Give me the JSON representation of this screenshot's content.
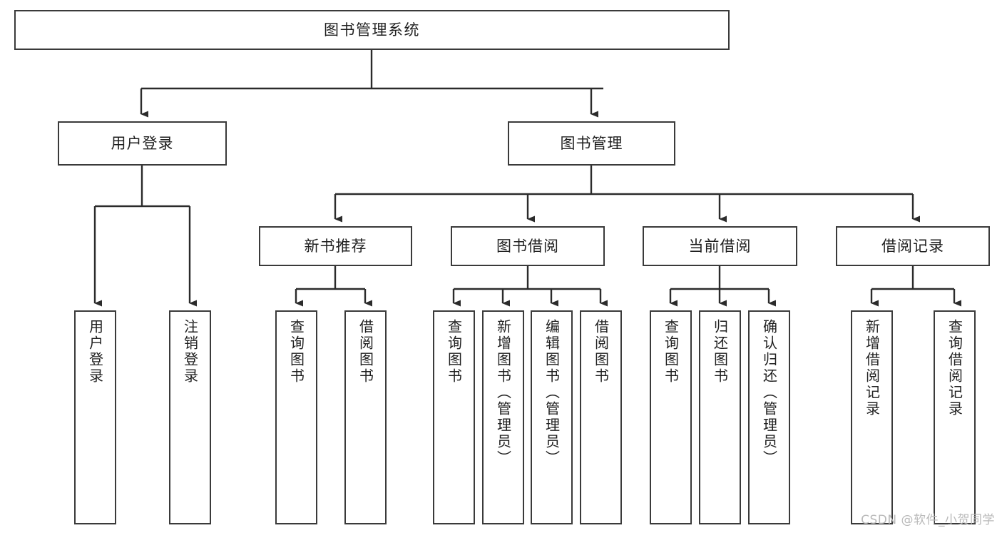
{
  "diagram": {
    "title": "图书管理系统",
    "type": "tree-hierarchy",
    "watermark": "CSDN @软件_小贺同学",
    "colors": {
      "background": "#ffffff",
      "box_border": "#3a3a3a",
      "box_fill": "#ffffff",
      "text": "#1f1f1f",
      "edge": "#2b2b2b",
      "watermark": "#b9b9b9"
    },
    "root": {
      "label": "图书管理系统"
    },
    "level1": [
      {
        "id": "user-login",
        "label": "用户登录"
      },
      {
        "id": "book-manage",
        "label": "图书管理"
      }
    ],
    "level2": [
      {
        "id": "new-book-recommend",
        "label": "新书推荐",
        "parent": "book-manage"
      },
      {
        "id": "book-borrow",
        "label": "图书借阅",
        "parent": "book-manage"
      },
      {
        "id": "current-borrow",
        "label": "当前借阅",
        "parent": "book-manage"
      },
      {
        "id": "borrow-record",
        "label": "借阅记录",
        "parent": "book-manage"
      }
    ],
    "leaves": [
      {
        "id": "leaf-user-login",
        "label": "用户登录",
        "parent": "user-login"
      },
      {
        "id": "leaf-user-logout",
        "label": "注销登录",
        "parent": "user-login"
      },
      {
        "id": "leaf-query-book-1",
        "label": "查询图书",
        "parent": "new-book-recommend"
      },
      {
        "id": "leaf-borrow-book-1",
        "label": "借阅图书",
        "parent": "new-book-recommend"
      },
      {
        "id": "leaf-query-book-2",
        "label": "查询图书",
        "parent": "book-borrow"
      },
      {
        "id": "leaf-add-book",
        "label": "新增图书（管理员）",
        "parent": "book-borrow"
      },
      {
        "id": "leaf-edit-book",
        "label": "编辑图书（管理员）",
        "parent": "book-borrow"
      },
      {
        "id": "leaf-borrow-book-2",
        "label": "借阅图书",
        "parent": "book-borrow"
      },
      {
        "id": "leaf-query-book-3",
        "label": "查询图书",
        "parent": "current-borrow"
      },
      {
        "id": "leaf-return-book",
        "label": "归还图书",
        "parent": "current-borrow"
      },
      {
        "id": "leaf-confirm-return",
        "label": "确认归还（管理员）",
        "parent": "current-borrow"
      },
      {
        "id": "leaf-add-record",
        "label": "新增借阅记录",
        "parent": "borrow-record"
      },
      {
        "id": "leaf-query-record",
        "label": "查询借阅记录",
        "parent": "borrow-record"
      }
    ]
  }
}
